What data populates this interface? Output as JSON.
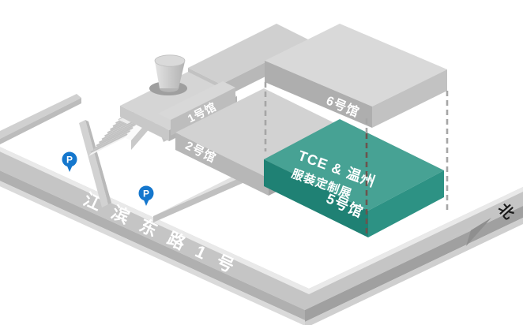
{
  "map": {
    "street": {
      "label": "江滨东路1号"
    },
    "halls": [
      {
        "id": "1",
        "label": "1号馆"
      },
      {
        "id": "2",
        "label": "2号馆"
      },
      {
        "id": "5",
        "label": "5号馆",
        "highlighted": true,
        "event": {
          "line1": "TCE & 温州",
          "line2": "服装定制展"
        }
      },
      {
        "id": "6",
        "label": "6号馆"
      }
    ],
    "parking_pins": [
      {
        "label": "P"
      },
      {
        "label": "P"
      }
    ],
    "compass": {
      "label": "北"
    },
    "colors": {
      "hall_highlight_top": "#47a294",
      "hall_highlight_front": "#1f8174",
      "hall_highlight_side": "#2d9284",
      "parking_pin_blue": "#1577cd"
    }
  }
}
